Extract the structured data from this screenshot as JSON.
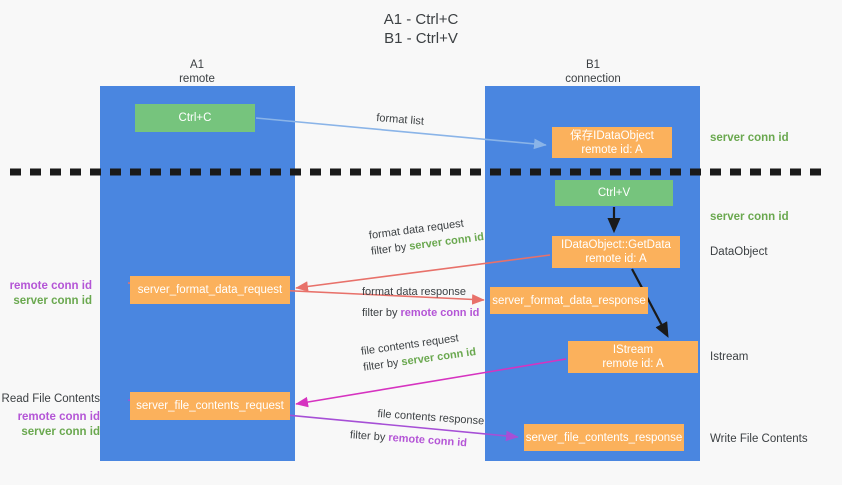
{
  "title": {
    "line1": "A1 - Ctrl+C",
    "line2": "B1 - Ctrl+V"
  },
  "columns": [
    {
      "name": "A1",
      "role": "remote"
    },
    {
      "name": "B1",
      "role": "connection"
    }
  ],
  "nodes": {
    "ctrl_c": {
      "label": "Ctrl+C",
      "color": "#76c47d"
    },
    "idataobject": {
      "line1": "保存IDataObject",
      "line2": "remote id: A",
      "color": "#fbb15c"
    },
    "ctrl_v": {
      "label": "Ctrl+V",
      "color": "#76c47d"
    },
    "getdata": {
      "line1": "IDataObject::GetData",
      "line2": "remote id: A",
      "color": "#fbb15c"
    },
    "format_req": {
      "label": "server_format_data_request",
      "color": "#fbb15c"
    },
    "format_res": {
      "label": "server_format_data_response",
      "color": "#fbb15c"
    },
    "istream": {
      "line1": "IStream",
      "line2": "remote id: A",
      "color": "#fbb15c"
    },
    "file_req": {
      "label": "server_file_contents_request",
      "color": "#fbb15c"
    },
    "file_res": {
      "label": "server_file_contents_response",
      "color": "#fbb15c"
    }
  },
  "edges": {
    "format_list": {
      "line1": "format list",
      "line2": "",
      "filter_text": "",
      "filter_em": ""
    },
    "format_data_request": {
      "line1": "format data request",
      "filter_prefix": "filter by ",
      "filter_em": "server conn id"
    },
    "format_data_response": {
      "line1": "format data response",
      "filter_prefix": "filter by ",
      "filter_em": "remote conn id"
    },
    "file_contents_request": {
      "line1": "file contents request",
      "filter_prefix": "filter by ",
      "filter_em": "server conn id"
    },
    "file_contents_response": {
      "line1": "file contents response",
      "filter_prefix": "filter by ",
      "filter_em": "remote conn id"
    }
  },
  "annotations": {
    "server_conn_id_top": "server conn id",
    "server_conn_id_second": "server conn id",
    "dataobject": "DataObject",
    "istream": "Istream",
    "write_file_contents": "Write File Contents",
    "read_file_contents": "Read File Contents",
    "left_remote_1": "remote conn id",
    "left_server_1": "server conn id",
    "left_remote_2": "remote conn id",
    "left_server_2": "server conn id"
  },
  "colors": {
    "lane": "#4a86e0",
    "node_green": "#76c47d",
    "node_orange": "#fbb15c",
    "green_text": "#6aa84f",
    "purple_text": "#b455d6",
    "arrow_blue": "#8ab4e8",
    "arrow_red": "#e8716a",
    "arrow_magenta": "#d633c0",
    "arrow_purple": "#a64fd6",
    "arrow_black": "#1a1a1a",
    "divider": "#1a1a1a",
    "background": "#f8f8f8"
  }
}
